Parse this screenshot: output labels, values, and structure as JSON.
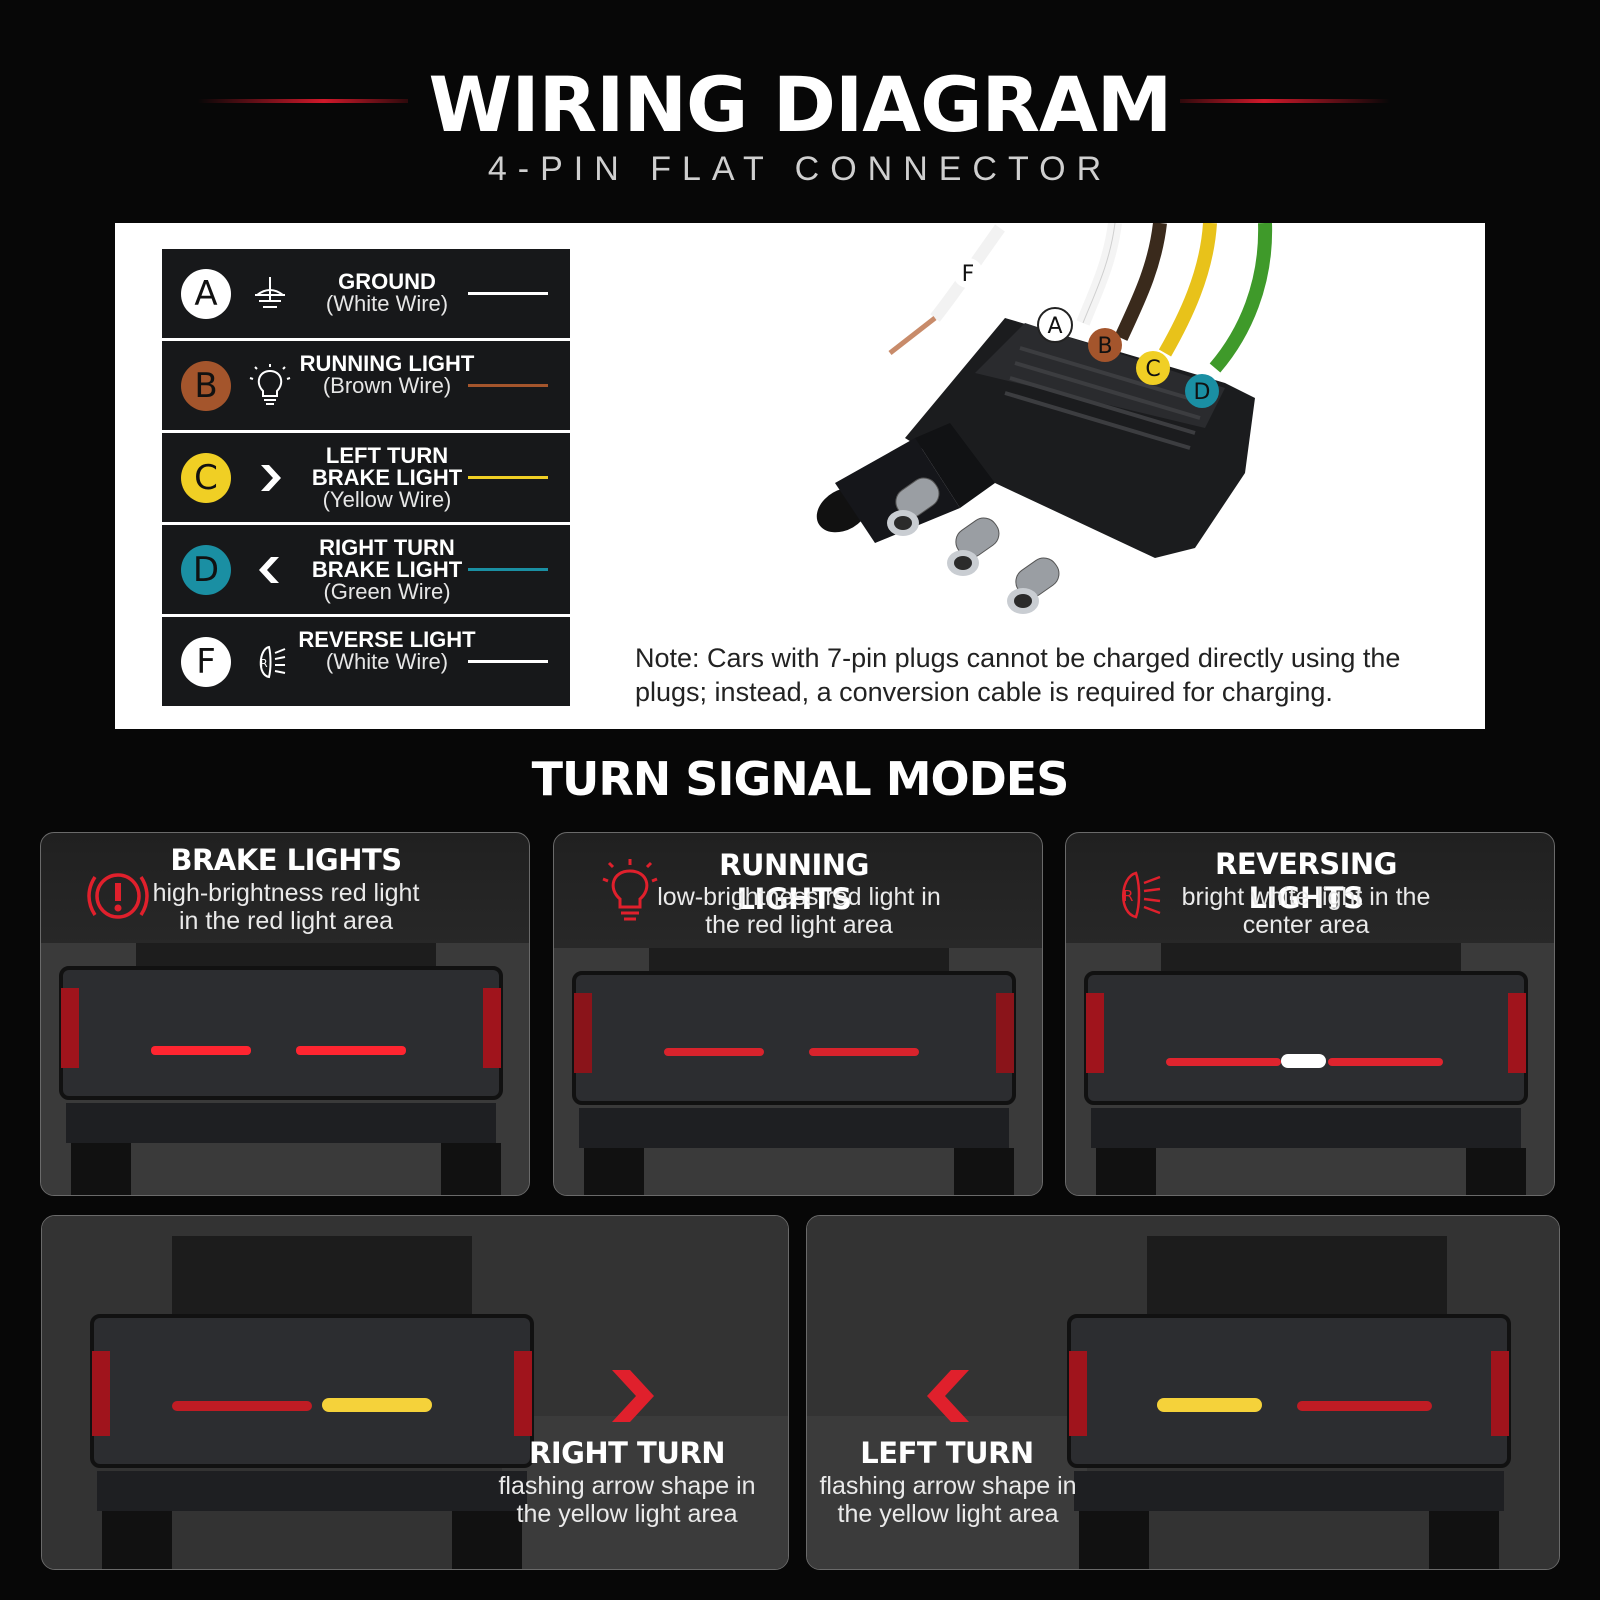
{
  "header": {
    "title": "WIRING DIAGRAM",
    "subtitle": "4-PIN FLAT CONNECTOR",
    "accent_color": "#d0182a"
  },
  "legend": [
    {
      "letter": "A",
      "badge_color": "#ffffff",
      "icon": "ground-icon",
      "main": "GROUND",
      "sub": "(White Wire)",
      "wire_color": "#ffffff"
    },
    {
      "letter": "B",
      "badge_color": "#a4552c",
      "icon": "bulb-icon",
      "main": "RUNNING LIGHT",
      "sub": "(Brown Wire)",
      "wire_color": "#a4552c"
    },
    {
      "letter": "C",
      "badge_color": "#f0cf24",
      "icon": "chevron-right-icon",
      "main": "LEFT TURN BRAKE LIGHT",
      "sub": "(Yellow Wire)",
      "wire_color": "#f0cf24"
    },
    {
      "letter": "D",
      "badge_color": "#1a8fa3",
      "icon": "chevron-left-icon",
      "main": "RIGHT TURN BRAKE LIGHT",
      "sub": "(Green Wire)",
      "wire_color": "#1a8fa3"
    },
    {
      "letter": "F",
      "badge_color": "#ffffff",
      "icon": "reverse-light-icon",
      "main": "REVERSE LIGHT",
      "sub": "(White Wire)",
      "wire_color": "#ffffff"
    }
  ],
  "connector": {
    "wire_labels": [
      "F",
      "A",
      "B",
      "C",
      "D"
    ]
  },
  "note": "Note: Cars with 7-pin plugs cannot be charged directly using the plugs; instead, a conversion cable is required for charging.",
  "modes": {
    "title": "TURN SIGNAL MODES",
    "cards": [
      {
        "title": "BRAKE LIGHTS",
        "desc": "high-brightness red light in the red light area",
        "icon": "brake-warning-icon"
      },
      {
        "title": "RUNNING LIGHTS",
        "desc": "low-brightness red light in the red light area",
        "icon": "bulb-icon"
      },
      {
        "title": "REVERSING LIGHTS",
        "desc": "bright white light in the center area",
        "icon": "reverse-light-icon"
      },
      {
        "title": "RIGHT TURN",
        "desc": "flashing arrow shape in the yellow light area",
        "icon": "chevron-right-icon"
      },
      {
        "title": "LEFT TURN",
        "desc": "flashing arrow shape in the yellow light area",
        "icon": "chevron-left-icon"
      }
    ]
  }
}
